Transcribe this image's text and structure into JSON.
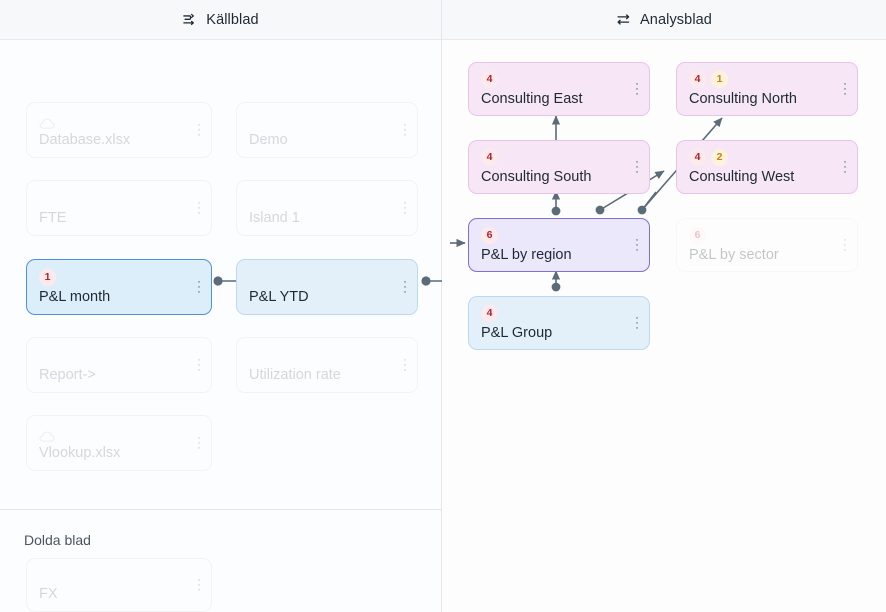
{
  "panels": {
    "left": {
      "title": "Källblad",
      "icon": "shuffle-arrows-icon"
    },
    "right": {
      "title": "Analysblad",
      "icon": "two-way-arrows-icon"
    }
  },
  "hidden_section": {
    "label": "Dolda blad"
  },
  "source_cards": [
    {
      "name": "database",
      "label": "Database.xlsx",
      "state": "ghost",
      "icon": "cloud-icon",
      "badges": []
    },
    {
      "name": "demo",
      "label": "Demo",
      "state": "ghost",
      "icon": null,
      "badges": []
    },
    {
      "name": "fte",
      "label": "FTE",
      "state": "ghost",
      "icon": null,
      "badges": []
    },
    {
      "name": "island-1",
      "label": "Island 1",
      "state": "ghost",
      "icon": null,
      "badges": []
    },
    {
      "name": "pl-month",
      "label": "P&L month",
      "state": "blue-strong",
      "icon": null,
      "badges": [
        {
          "value": "1",
          "color": "red"
        }
      ]
    },
    {
      "name": "pl-ytd",
      "label": "P&L YTD",
      "state": "blue",
      "icon": null,
      "badges": []
    },
    {
      "name": "report",
      "label": "Report->",
      "state": "ghost",
      "icon": null,
      "badges": []
    },
    {
      "name": "utilization",
      "label": "Utilization rate",
      "state": "ghost",
      "icon": null,
      "badges": []
    },
    {
      "name": "vlookup",
      "label": "Vlookup.xlsx",
      "state": "ghost",
      "icon": "cloud-icon",
      "badges": []
    }
  ],
  "hidden_cards": [
    {
      "name": "fx",
      "label": "FX",
      "state": "ghost",
      "icon": null,
      "badges": []
    }
  ],
  "analysis_cards": [
    {
      "name": "consulting-east",
      "label": "Consulting East",
      "state": "pink",
      "badges": [
        {
          "value": "4",
          "color": "red"
        }
      ]
    },
    {
      "name": "consulting-north",
      "label": "Consulting North",
      "state": "pink",
      "badges": [
        {
          "value": "4",
          "color": "red"
        },
        {
          "value": "1",
          "color": "amber"
        }
      ]
    },
    {
      "name": "consulting-south",
      "label": "Consulting South",
      "state": "pink",
      "badges": [
        {
          "value": "4",
          "color": "red"
        }
      ]
    },
    {
      "name": "consulting-west",
      "label": "Consulting West",
      "state": "pink",
      "badges": [
        {
          "value": "4",
          "color": "red"
        },
        {
          "value": "2",
          "color": "amber"
        }
      ]
    },
    {
      "name": "pl-by-region",
      "label": "P&L by region",
      "state": "purple",
      "badges": [
        {
          "value": "6",
          "color": "red"
        }
      ]
    },
    {
      "name": "pl-by-sector",
      "label": "P&L by sector",
      "state": "pink-ghost",
      "badges": [
        {
          "value": "6",
          "color": "red"
        }
      ]
    },
    {
      "name": "pl-group",
      "label": "P&L Group",
      "state": "blue",
      "badges": [
        {
          "value": "4",
          "color": "red"
        }
      ]
    }
  ],
  "colors": {
    "edge": "#5b6b78",
    "badge_red_bg": "#fdeaec",
    "badge_red_fg": "#b3202f",
    "badge_amber_bg": "#fdf3dc",
    "badge_amber_fg": "#c98212",
    "accent_blue": "#4f93d4",
    "accent_purple": "#7d6fd6"
  }
}
